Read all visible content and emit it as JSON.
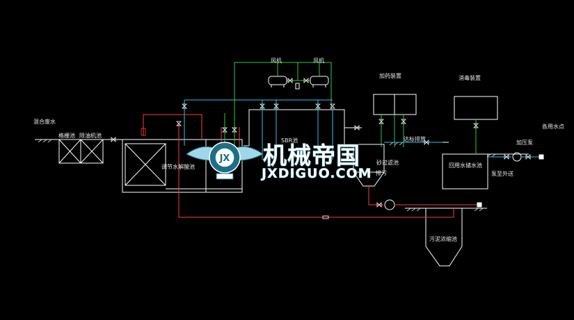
{
  "labels": {
    "mixed_wastewater": "混合废水",
    "grille_well": "格栅池",
    "grease_tank": "除油机池",
    "regulating_tank": "调节水解酸池",
    "fan_left": "风机",
    "fan_right": "风机",
    "sbr_tank": "SBR池",
    "filter_tank": "砂过滤池",
    "drain": "排污",
    "dosing_device": "加药装置",
    "disinfection_device": "消毒装置",
    "discharge": "达标排放",
    "reuse_tank": "回用水储水池",
    "pump_out": "泵至外送",
    "booster_pump": "加压泵",
    "reuse_points": "各用水点",
    "sludge_tank": "污泥浓缩池"
  },
  "watermark": {
    "cn": "机械帝国",
    "en": "JXDIGUO.COM",
    "logo": "JX"
  },
  "colors": {
    "background": "#000000",
    "structure": "#ffffff",
    "air_pipe": "#2ecc40",
    "sludge_pipe": "#ff3b3b",
    "water_pipe": "#31c4e8",
    "watermark_blue": "#1d6f86"
  }
}
